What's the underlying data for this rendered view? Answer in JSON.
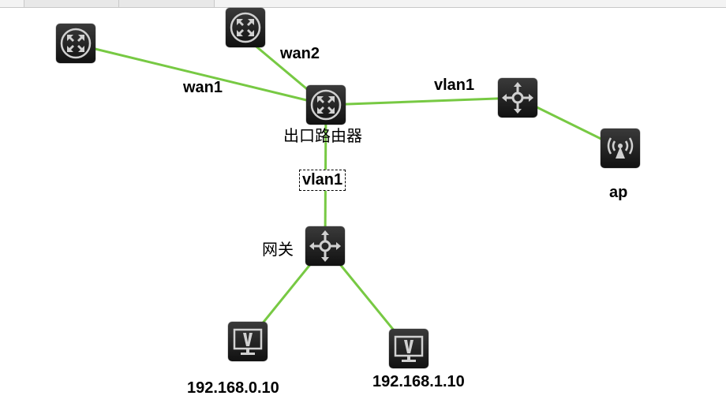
{
  "tabs": [
    {
      "label": ""
    },
    {
      "label": ""
    },
    {
      "label": ""
    }
  ],
  "link_color": "#77c943",
  "nodes": {
    "router_left": {
      "type": "router",
      "label": ""
    },
    "router_top": {
      "type": "router",
      "label": ""
    },
    "exit_router": {
      "type": "router",
      "label": "出口路由器"
    },
    "switch_right": {
      "type": "switch",
      "label": ""
    },
    "ap": {
      "type": "access-point",
      "label": "ap"
    },
    "gateway": {
      "type": "switch",
      "label": "网关"
    },
    "pc1": {
      "type": "pc",
      "label": "192.168.0.10"
    },
    "pc2": {
      "type": "pc",
      "label": "192.168.1.10"
    }
  },
  "links": [
    {
      "from": "router_left",
      "to": "exit_router",
      "label": "wan1"
    },
    {
      "from": "router_top",
      "to": "exit_router",
      "label": "wan2"
    },
    {
      "from": "exit_router",
      "to": "switch_right",
      "label": "vlan1"
    },
    {
      "from": "switch_right",
      "to": "ap",
      "label": ""
    },
    {
      "from": "exit_router",
      "to": "gateway",
      "label": "vlan1"
    },
    {
      "from": "gateway",
      "to": "pc1",
      "label": ""
    },
    {
      "from": "gateway",
      "to": "pc2",
      "label": ""
    }
  ]
}
